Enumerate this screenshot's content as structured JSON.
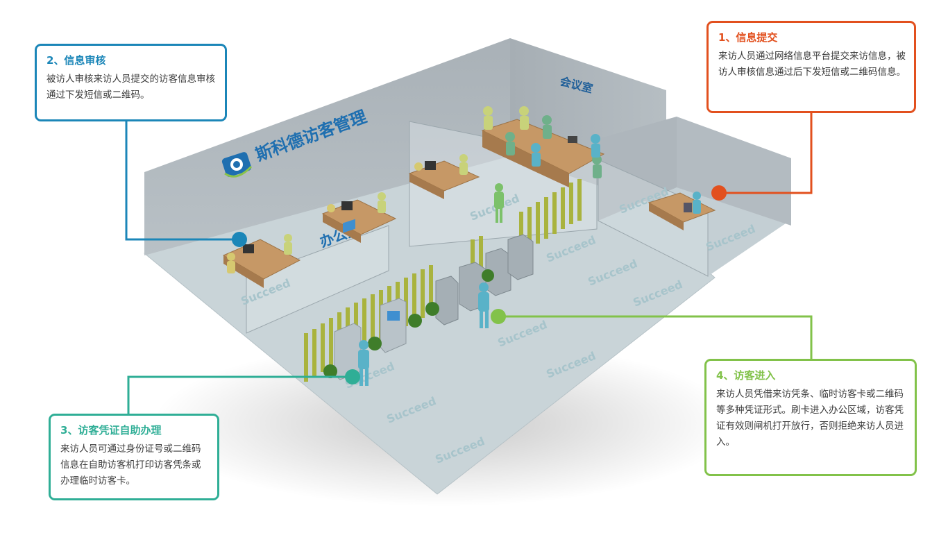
{
  "scene": {
    "brand_title": "斯科德访客管理",
    "meeting_room_label": "会议室",
    "office_label": "办公室",
    "floor_watermark": "Succeed"
  },
  "callouts": [
    {
      "id": "info-submit",
      "title": "1、信息提交",
      "body": "来访人员通过网络信息平台提交来访信息，被访人审核信息通过后下发短信或二维码信息。",
      "color": "#e2501e"
    },
    {
      "id": "info-review",
      "title": "2、信息审核",
      "body": "被访人审核来访人员提交的访客信息审核通过下发短信或二维码。",
      "color": "#1b86b8"
    },
    {
      "id": "self-service",
      "title": "3、访客凭证自助办理",
      "body": "来访人员可通过身份证号或二维码信息在自助访客机打印访客凭条或办理临时访客卡。",
      "color": "#2fae96"
    },
    {
      "id": "visitor-entry",
      "title": "4、访客进入",
      "body": "来访人员凭借来访凭条、临时访客卡或二维码等多种凭证形式。刷卡进入办公区域，访客凭证有效则闸机打开放行，否则拒绝来访人员进入。",
      "color": "#82c24a"
    }
  ]
}
